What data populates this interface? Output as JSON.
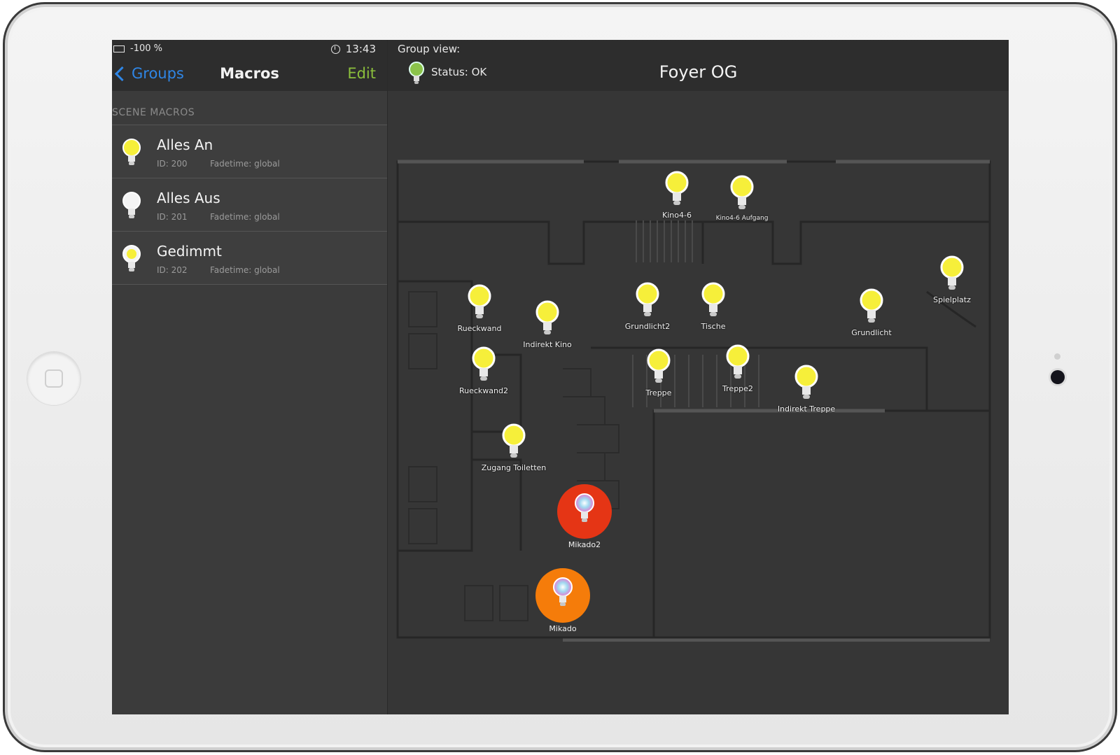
{
  "status_bar": {
    "battery": "-100 %",
    "time": "13:43"
  },
  "nav": {
    "back_label": "Groups",
    "title": "Macros",
    "edit_label": "Edit"
  },
  "section_header": "SCENE MACROS",
  "macros": [
    {
      "name": "Alles An",
      "id": "ID: 200",
      "fadetime": "Fadetime: global",
      "bulb_state": "on"
    },
    {
      "name": "Alles Aus",
      "id": "ID: 201",
      "fadetime": "Fadetime: global",
      "bulb_state": "off"
    },
    {
      "name": "Gedimmt",
      "id": "ID: 202",
      "fadetime": "Fadetime: global",
      "bulb_state": "dimmed"
    }
  ],
  "group_view": {
    "label": "Group view:",
    "status": "Status: OK",
    "title": "Foyer OG",
    "status_color": "#8bc34a"
  },
  "lamps": [
    {
      "label": "Kino4-6"
    },
    {
      "label": "Kino4-6 Aufgang"
    },
    {
      "label": "Spielplatz"
    },
    {
      "label": "Rueckwand"
    },
    {
      "label": "Indirekt Kino"
    },
    {
      "label": "Grundlicht2"
    },
    {
      "label": "Tische"
    },
    {
      "label": "Grundlicht"
    },
    {
      "label": "Rueckwand2"
    },
    {
      "label": "Treppe"
    },
    {
      "label": "Treppe2"
    },
    {
      "label": "Indirekt Treppe"
    },
    {
      "label": "Zugang Toiletten"
    }
  ],
  "rgb_lamps": [
    {
      "label": "Mikado2",
      "color": "#e53515"
    },
    {
      "label": "Mikado",
      "color": "#f57c0a"
    }
  ],
  "colors": {
    "accent_blue": "#2f86e6",
    "accent_green": "#8bbf3c",
    "bulb_yellow": "#f6ef3a"
  }
}
